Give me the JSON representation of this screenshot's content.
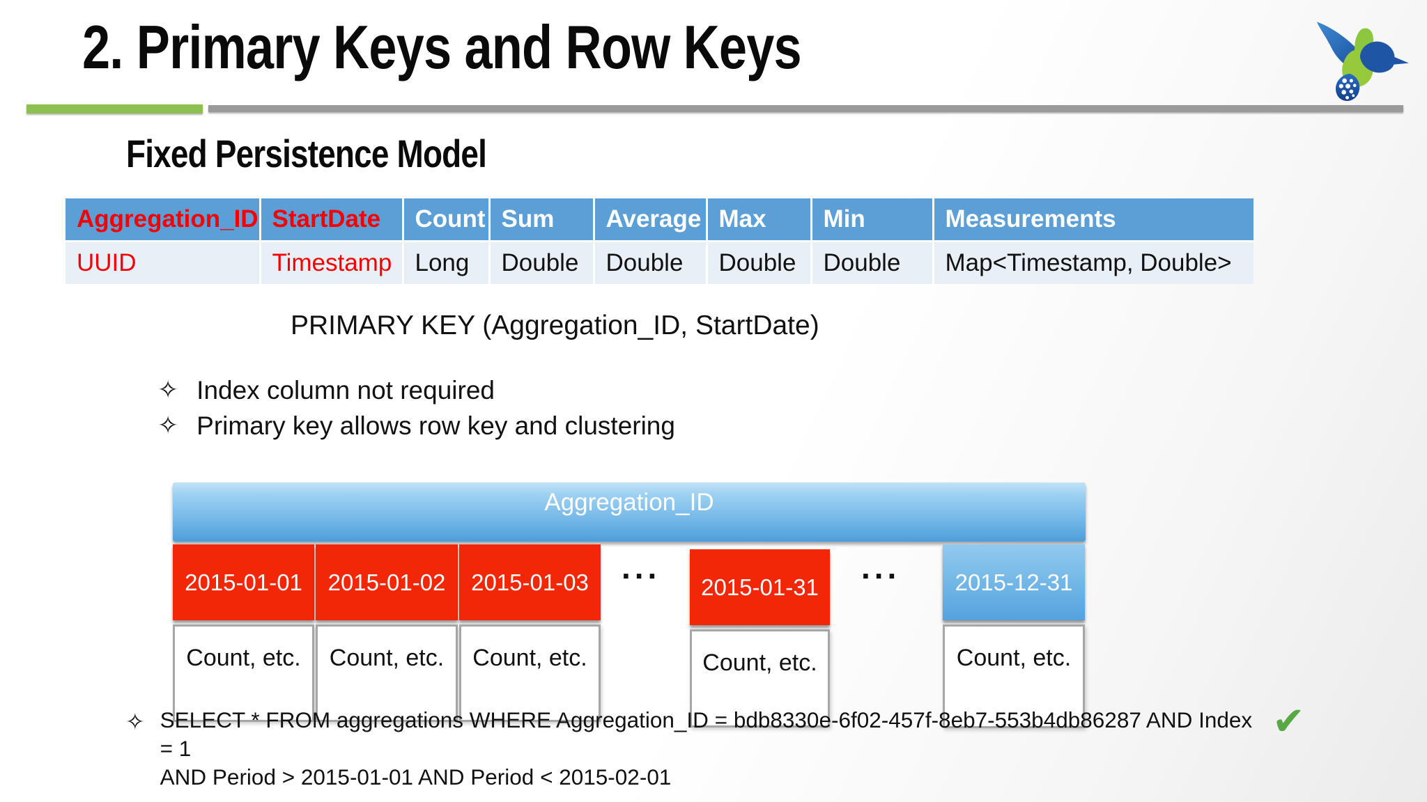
{
  "slide": {
    "title": "2. Primary Keys and Row Keys",
    "subtitle": "Fixed Persistence Model"
  },
  "colors": {
    "accent_green_rule": "#8CC152",
    "rule_gray": "#9A9A9A",
    "table_header_bg": "#5C9FD6",
    "table_row_bg": "#E9EFF7",
    "key_red_text": "#F70000",
    "date_box_red": "#F22708",
    "date_box_blue": "#54A2DD",
    "check_green": "#58A944",
    "logo_blue": "#1F55A5",
    "logo_green": "#8DC63F"
  },
  "schema_table": {
    "columns": [
      {
        "name": "Aggregation_ID",
        "type": "UUID"
      },
      {
        "name": "StartDate",
        "type": "Timestamp"
      },
      {
        "name": "Count",
        "type": "Long"
      },
      {
        "name": "Sum",
        "type": "Double"
      },
      {
        "name": "Average",
        "type": "Double"
      },
      {
        "name": "Max",
        "type": "Double"
      },
      {
        "name": "Min",
        "type": "Double"
      },
      {
        "name": "Measurements",
        "type": "Map<Timestamp, Double>"
      }
    ]
  },
  "primary_key_note": "PRIMARY KEY (Aggregation_ID, StartDate)",
  "bullet_glyph": "✧",
  "bullets": [
    {
      "text": "Index column not required"
    },
    {
      "text": "Primary key allows row key and clustering"
    }
  ],
  "row_key_diagram": {
    "header": "Aggregation_ID",
    "ellipsis": "...",
    "columns": [
      {
        "date": "2015-01-01",
        "value": "Count, etc."
      },
      {
        "date": "2015-01-02",
        "value": "Count, etc."
      },
      {
        "date": "2015-01-03",
        "value": "Count, etc."
      },
      {
        "date": "2015-01-31",
        "value": "Count, etc."
      },
      {
        "date": "2015-12-31",
        "value": "Count, etc."
      }
    ]
  },
  "query": {
    "lines": [
      "SELECT * FROM aggregations WHERE Aggregation_ID = bdb8330e-6f02-457f-8eb7-553b4db86287 AND Index = 1",
      "AND Period > 2015-01-01 AND Period < 2015-02-01"
    ]
  },
  "check_glyph": "✔"
}
